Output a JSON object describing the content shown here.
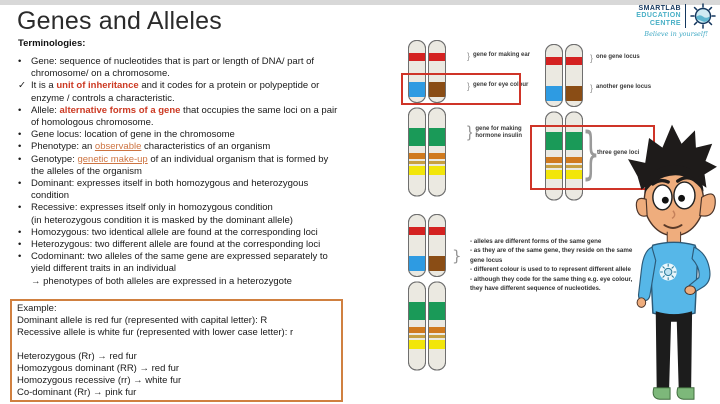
{
  "slide": {
    "title": "Genes and Alleles",
    "subtitle": "Terminologies:"
  },
  "logo": {
    "name": "SMARTLAB",
    "line2": "EDUCATION",
    "line3": "CENTRE",
    "tagline": "Believe in yourself!",
    "icon": "lightbulb-flask-icon",
    "color_navy": "#14375e",
    "color_teal": "#49b0c6"
  },
  "terms": [
    {
      "marker": "•",
      "parts": [
        {
          "t": "Gene: sequence of nucleotides that is part or length of DNA/ part of chromosome/ on a chromosome.",
          "s": "plain"
        }
      ]
    },
    {
      "marker": "✓",
      "parts": [
        {
          "t": "It is a ",
          "s": "plain"
        },
        {
          "t": "unit of inheritance",
          "s": "red"
        },
        {
          "t": " and it codes for a protein or polypeptide or enzyme / controls a characteristic.",
          "s": "plain"
        }
      ]
    },
    {
      "marker": "•",
      "parts": [
        {
          "t": "Allele: ",
          "s": "plain"
        },
        {
          "t": "alternative forms of a gene",
          "s": "red"
        },
        {
          "t": " that occupies the same loci on a pair of homologous chromosome.",
          "s": "plain"
        }
      ]
    },
    {
      "marker": "•",
      "parts": [
        {
          "t": "Gene locus: location of gene in the chromosome",
          "s": "plain"
        }
      ]
    },
    {
      "marker": "•",
      "parts": [
        {
          "t": "Phenotype: an ",
          "s": "plain"
        },
        {
          "t": "observable",
          "s": "orange"
        },
        {
          "t": " characteristics of an organism",
          "s": "plain"
        }
      ]
    },
    {
      "marker": "•",
      "parts": [
        {
          "t": "Genotype: ",
          "s": "plain"
        },
        {
          "t": "genetic make-up",
          "s": "orange"
        },
        {
          "t": " of an individual organism that is formed by the alleles of the organism",
          "s": "plain"
        }
      ]
    },
    {
      "marker": "•",
      "parts": [
        {
          "t": "Dominant: expresses itself in both homozygous and heterozygous condition",
          "s": "plain"
        }
      ]
    },
    {
      "marker": "•",
      "parts": [
        {
          "t": "Recessive: expresses itself only in homozygous condition",
          "s": "plain"
        },
        {
          "t": "(in heterozygous condition it is masked by the dominant allele)",
          "s": "plain",
          "br": true
        }
      ]
    },
    {
      "marker": "•",
      "parts": [
        {
          "t": "Homozygous: two identical allele are found at the corresponding loci",
          "s": "plain"
        }
      ]
    },
    {
      "marker": "•",
      "parts": [
        {
          "t": "Heterozygous: two different allele are found at the corresponding loci",
          "s": "plain"
        }
      ]
    },
    {
      "marker": "•",
      "parts": [
        {
          "t": "Codominant: two alleles of the same gene are expressed separately to yield different traits in an individual",
          "s": "plain"
        },
        {
          "t": "→ phenotypes of both alleles are expressed in a heterozygote",
          "s": "plain",
          "br": true
        }
      ]
    }
  ],
  "example": {
    "border_color": "#d08040",
    "lines": [
      "Example:",
      "Dominant allele is red fur (represented with capital letter): R",
      "Recessive allele is white fur (represented with lower case letter): r",
      "",
      "Heterozygous (Rr) → red fur",
      "Homozygous dominant (RR) → red fur",
      "Homozygous recessive (rr) → white fur",
      "Co-dominant (Rr) → pink fur"
    ]
  },
  "diagram": {
    "pair1": {
      "labels": [
        "gene for making ear",
        "gene for eye colour",
        "gene for making\nhormone insulin"
      ]
    },
    "pair2": {
      "labels": [
        "one gene locus",
        "another gene locus",
        "three gene loci"
      ]
    },
    "pair3": {
      "notes": [
        "- alleles are different forms of the same gene",
        "- as they are of the same gene, they reside on the same gene locus",
        "- different colour is used to to represent different allele",
        "- although they code for the same thing e.g. eye colour, they have different sequence of nucleotides."
      ]
    },
    "colors": {
      "body": "#ebe9e1",
      "outline": "#6f6f6f",
      "band_red": "#d42221",
      "band_blue": "#2e9be2",
      "band_brown": "#8a4d15",
      "band_green": "#1a9a58",
      "band_orange": "#d07a1e",
      "band_tan": "#c8a040",
      "band_yellow": "#f2e60a",
      "highlight_box": "#cf3428",
      "text_red": "#cc3a23",
      "text_orange": "#cd7442"
    }
  },
  "mascot": {
    "shirt_color": "#56b7e8",
    "shoe_color": "#7db87a"
  }
}
